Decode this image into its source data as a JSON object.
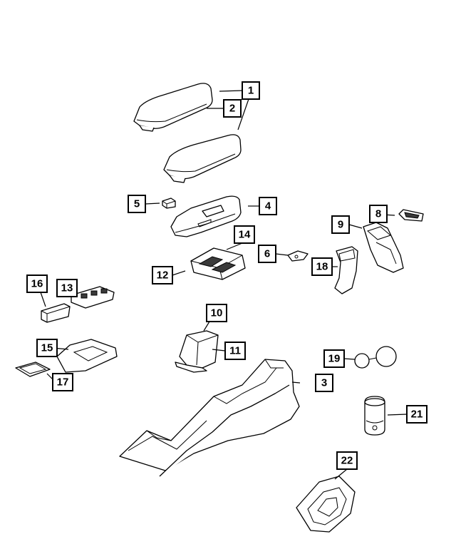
{
  "diagram": {
    "callouts": [
      {
        "id": "1",
        "label": "1"
      },
      {
        "id": "2",
        "label": "2"
      },
      {
        "id": "3",
        "label": "3"
      },
      {
        "id": "4",
        "label": "4"
      },
      {
        "id": "5",
        "label": "5"
      },
      {
        "id": "6",
        "label": "6"
      },
      {
        "id": "8",
        "label": "8"
      },
      {
        "id": "9",
        "label": "9"
      },
      {
        "id": "10",
        "label": "10"
      },
      {
        "id": "11",
        "label": "11"
      },
      {
        "id": "12",
        "label": "12"
      },
      {
        "id": "13",
        "label": "13"
      },
      {
        "id": "14",
        "label": "14"
      },
      {
        "id": "15",
        "label": "15"
      },
      {
        "id": "16",
        "label": "16"
      },
      {
        "id": "17",
        "label": "17"
      },
      {
        "id": "18",
        "label": "18"
      },
      {
        "id": "19",
        "label": "19"
      },
      {
        "id": "21",
        "label": "21"
      },
      {
        "id": "22",
        "label": "22"
      }
    ]
  }
}
